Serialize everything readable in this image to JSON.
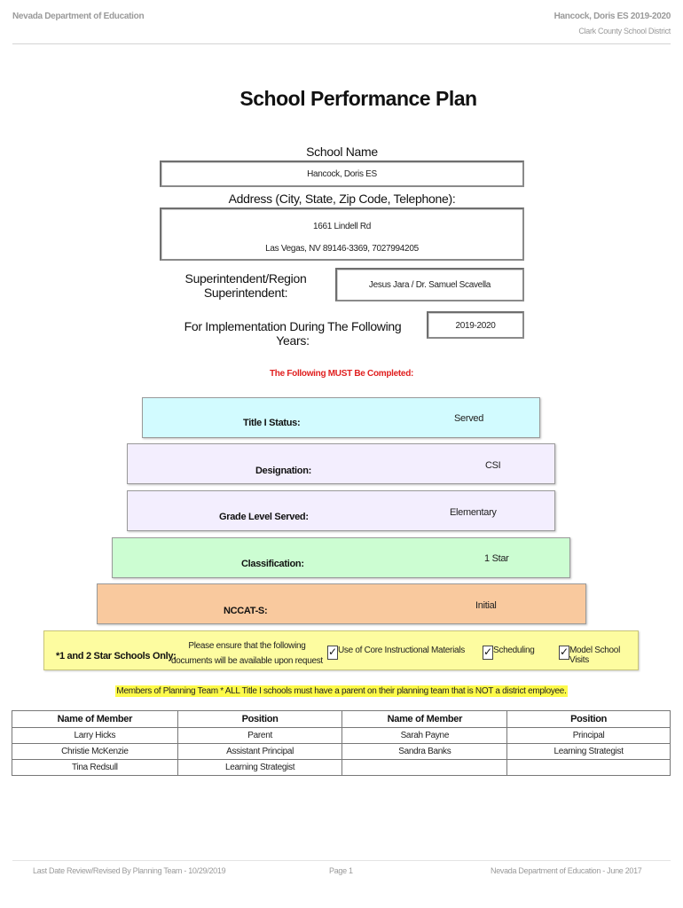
{
  "header": {
    "left": "Nevada Department of Education",
    "right": "Hancock, Doris ES  2019-2020",
    "right_sub": "Clark County School District"
  },
  "title": "School Performance Plan",
  "school": {
    "name_label": "School Name",
    "name_value": "Hancock, Doris ES",
    "address_label": "Address (City, State, Zip Code, Telephone):",
    "address_line1": "1661 Lindell Rd",
    "address_line2": "Las Vegas, NV  89146-3369, 7027994205",
    "superintendent_label_1": "Superintendent/Region",
    "superintendent_label_2": "Superintendent:",
    "superintendent_value": "Jesus Jara / Dr. Samuel Scavella",
    "years_label": "For Implementation During The Following Years:",
    "years_value": "2019-2020"
  },
  "must_complete": "The Following MUST Be Completed:",
  "bands": {
    "title_i": {
      "label": "Title I Status:",
      "value": "Served",
      "color": "#d2fbff"
    },
    "designation": {
      "label": "Designation:",
      "value": "CSI",
      "color": "#f3eefe"
    },
    "grade_level": {
      "label": "Grade Level Served:",
      "value": "Elementary",
      "color": "#f3eefe"
    },
    "classification": {
      "label": "Classification:",
      "value": "1 Star",
      "color": "#ccfdd2"
    },
    "nccat": {
      "label": "NCCAT-S:",
      "value": "Initial",
      "color": "#f9c99e"
    }
  },
  "star_schools": {
    "label": "*1 and 2 Star Schools Only:",
    "note_line1": "Please ensure that the following",
    "note_line2": "documents will be available upon request",
    "check_mark": "✓",
    "items": [
      "Use of Core Instructional Materials",
      "Scheduling",
      "Model School Visits"
    ],
    "color": "#fdfca0"
  },
  "members_note": "Members of Planning Team * ALL Title I schools must have a parent on their planning team that is NOT a district employee.",
  "team_table": {
    "headers": [
      "Name of Member",
      "Position",
      "Name of Member",
      "Position"
    ],
    "rows": [
      [
        "Larry Hicks",
        "Parent",
        "Sarah Payne",
        "Principal"
      ],
      [
        "Christie McKenzie",
        "Assistant Principal",
        "Sandra Banks",
        "Learning Strategist"
      ],
      [
        "Tina Redsull",
        "Learning Strategist",
        "",
        ""
      ]
    ]
  },
  "footer": {
    "left": "Last Date Review/Revised By Planning Team - 10/29/2019",
    "center": "Page 1",
    "right": "Nevada Department of Education - June 2017"
  }
}
